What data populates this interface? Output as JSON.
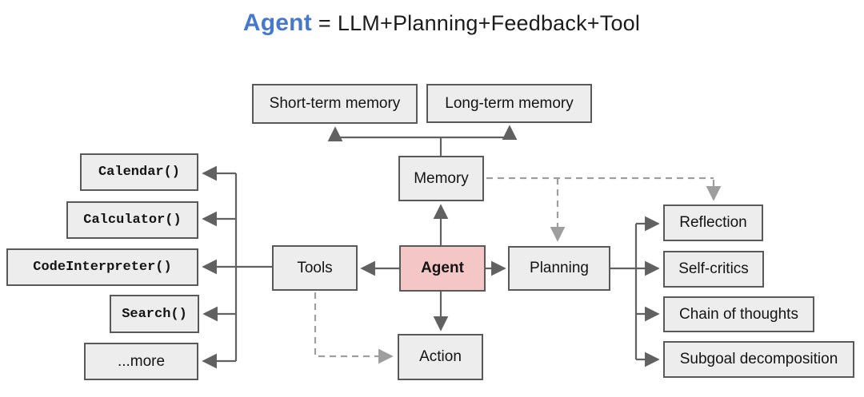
{
  "title": {
    "agent_word": "Agent",
    "equals": "=",
    "formula": "LLM+Planning+Feedback+Tool"
  },
  "nodes": {
    "short_term_memory": {
      "label": "Short-term memory"
    },
    "long_term_memory": {
      "label": "Long-term memory"
    },
    "memory": {
      "label": "Memory"
    },
    "agent": {
      "label": "Agent"
    },
    "tools": {
      "label": "Tools"
    },
    "planning": {
      "label": "Planning"
    },
    "action": {
      "label": "Action"
    },
    "calendar": {
      "label": "Calendar()"
    },
    "calculator": {
      "label": "Calculator()"
    },
    "code_interpreter": {
      "label": "CodeInterpreter()"
    },
    "search": {
      "label": "Search()"
    },
    "more": {
      "label": "...more"
    },
    "reflection": {
      "label": "Reflection"
    },
    "self_critics": {
      "label": "Self-critics"
    },
    "chain_of_thoughts": {
      "label": "Chain of thoughts"
    },
    "subgoal_decomposition": {
      "label": "Subgoal decomposition"
    }
  },
  "colors": {
    "box_fill": "#ededed",
    "box_border": "#595959",
    "agent_fill": "#f5c6c6",
    "line": "#616161",
    "dashed_line": "#9e9e9e",
    "title_blue": "#4678cb"
  }
}
